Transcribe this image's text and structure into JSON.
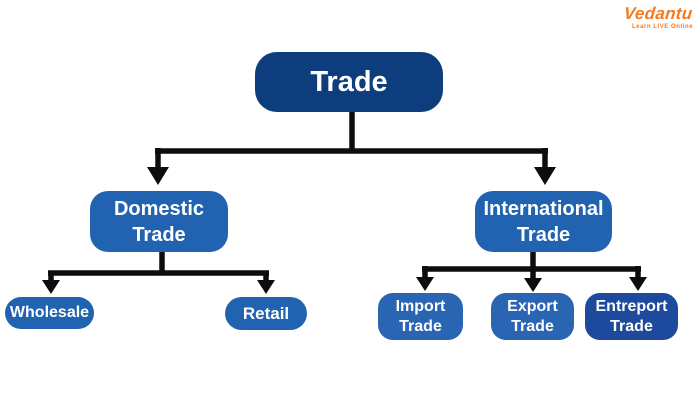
{
  "logo": {
    "brand": "Vedantu",
    "tagline": "Learn LIVE Online",
    "color": "#f47a20"
  },
  "tree": {
    "root": {
      "label": "Trade"
    },
    "children": [
      {
        "label": "Domestic Trade",
        "children": [
          {
            "label": "Wholesale"
          },
          {
            "label": "Retail"
          }
        ]
      },
      {
        "label": "International Trade",
        "children": [
          {
            "label": "Import Trade"
          },
          {
            "label": "Export Trade"
          },
          {
            "label": "Entreport Trade"
          }
        ]
      }
    ]
  },
  "colors": {
    "root_bg": "#0e3d7e",
    "node_bg": "#2263b1",
    "leaf_bg": "#2a65b3",
    "leaf_alt_bg": "#1d4a9c",
    "node_text": "#ffffff",
    "connector": "#0d0d0d",
    "background": "#ffffff"
  }
}
